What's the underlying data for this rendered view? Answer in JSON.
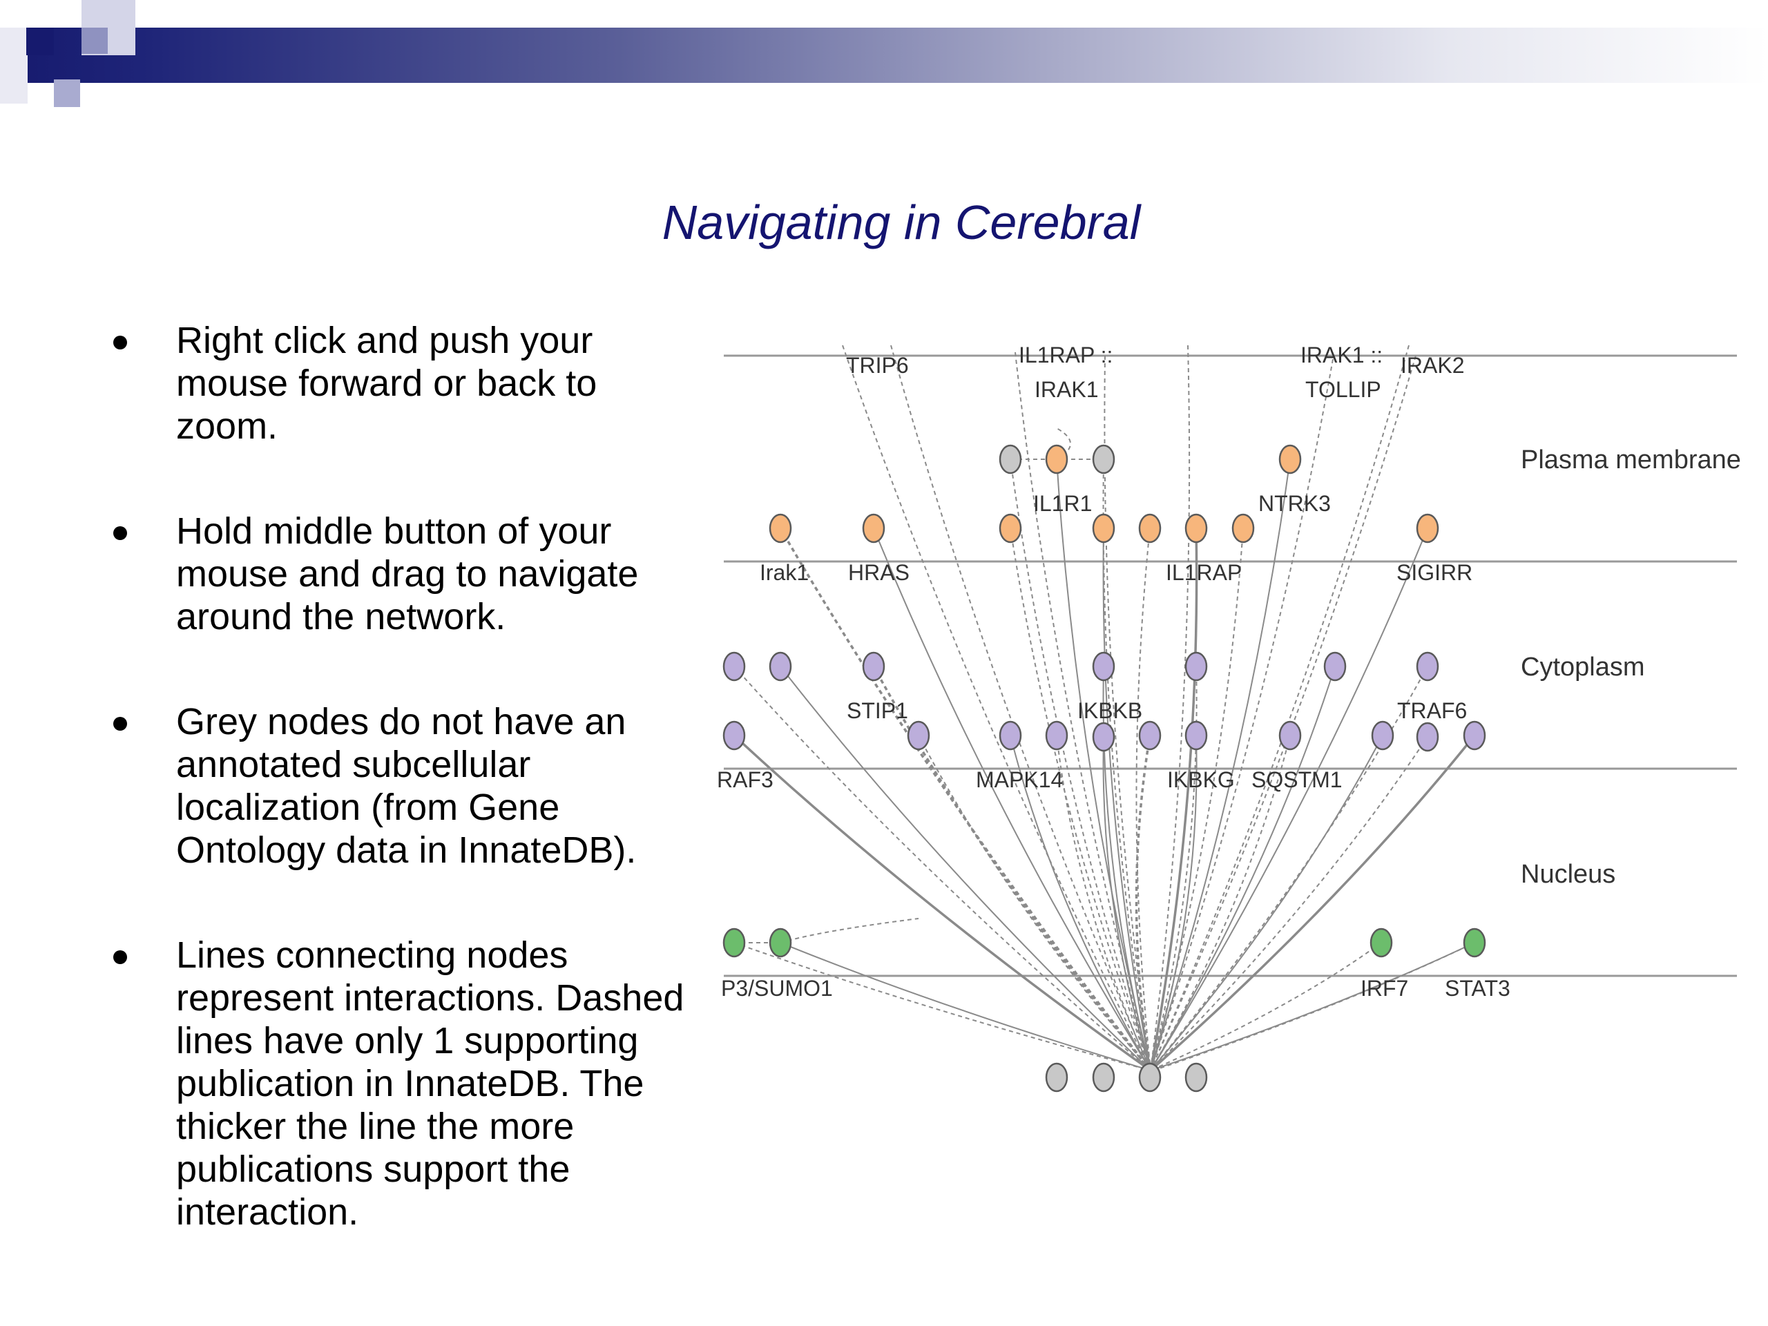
{
  "colors": {
    "header_dark": "#161a6e",
    "title": "#141470",
    "membrane_node": "#f7b67c",
    "cytoplasm_node": "#bcaedb",
    "nucleus_node": "#6cbd6c",
    "unannotated_node": "#c8c8c8"
  },
  "slide": {
    "title": "Navigating in Cerebral",
    "bullets": [
      {
        "text": "Right click and push your mouse forward or back to zoom."
      },
      {
        "text": "Hold middle button of your mouse and drag to navigate around the network."
      },
      {
        "text": "Grey nodes do not have an annotated subcellular localization (from Gene Ontology data in InnateDB)."
      },
      {
        "text": "Lines connecting nodes represent interactions. Dashed lines have only 1 supporting publication in InnateDB. The thicker the line the more publications support the interaction."
      }
    ]
  },
  "network": {
    "zones": [
      "Plasma membrane",
      "Cytoplasm",
      "Nucleus"
    ],
    "labels": {
      "trip6": "TRIP6",
      "il1rap_irak1": "IL1RAP ::",
      "il1rap_irak1_b": "IRAK1",
      "irak1_tollip": "IRAK1 ::",
      "irak1_tollip_b": "TOLLIP",
      "irak2": "IRAK2",
      "il1r1": "IL1R1",
      "ntrk3": "NTRK3",
      "irak1": "Irak1",
      "hras": "HRAS",
      "il1rap": "IL1RAP",
      "sigirr": "SIGIRR",
      "stip1": "STIP1",
      "ikbkb": "IKBKB",
      "traf6": "TRAF6",
      "raf3": "RAF3",
      "mapk14": "MAPK14",
      "ikbkg": "IKBKG",
      "sqstm1": "SQSTM1",
      "p3sumo1": "P3/SUMO1",
      "irf7": "IRF7",
      "stat3": "STAT3"
    }
  }
}
